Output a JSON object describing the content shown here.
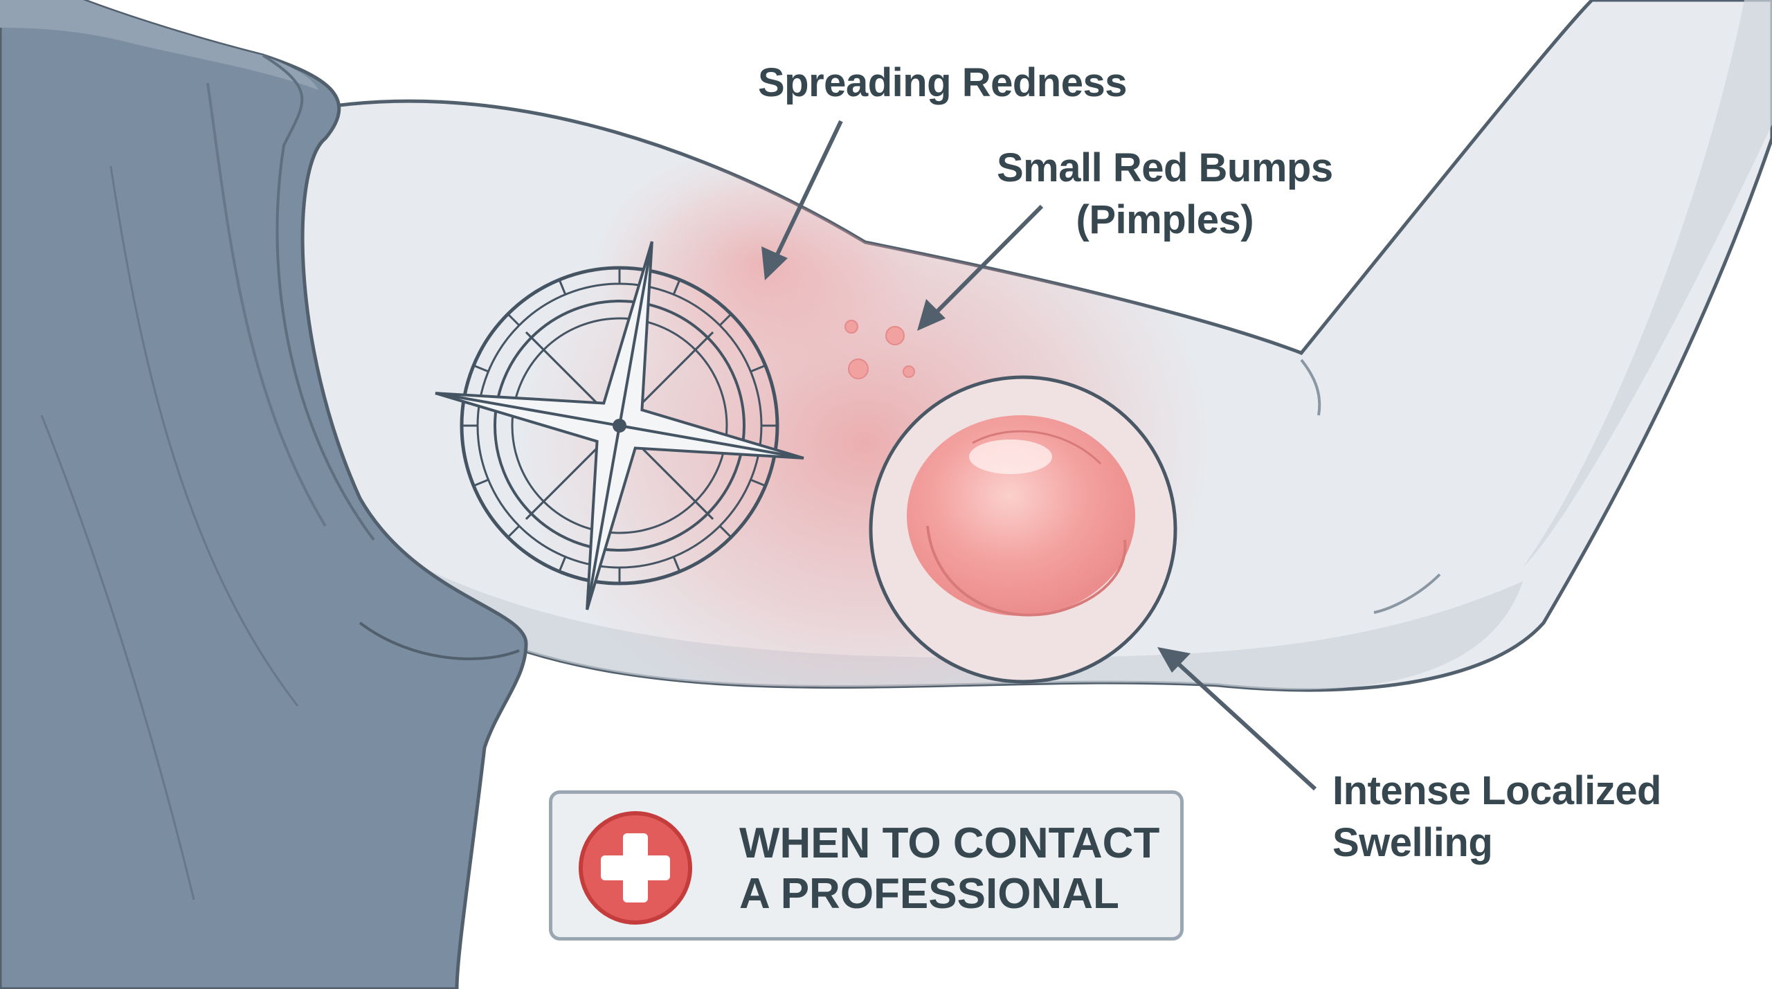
{
  "labels": {
    "spreading_redness": "Spreading Redness",
    "small_red_bumps_line1": "Small Red Bumps",
    "small_red_bumps_line2": "(Pimples)",
    "swelling_line1": "Intense Localized",
    "swelling_line2": "Swelling"
  },
  "contact_box": {
    "line1": "WHEN TO CONTACT",
    "line2": "A PROFESSIONAL",
    "icon": "medical-cross-icon"
  },
  "colors": {
    "sleeve": "#7b8da0",
    "skin": "#e7eaee",
    "outline": "#52606d",
    "redness": "#ef7d7d",
    "cross_badge": "#e35c5c",
    "text": "#37474f"
  }
}
